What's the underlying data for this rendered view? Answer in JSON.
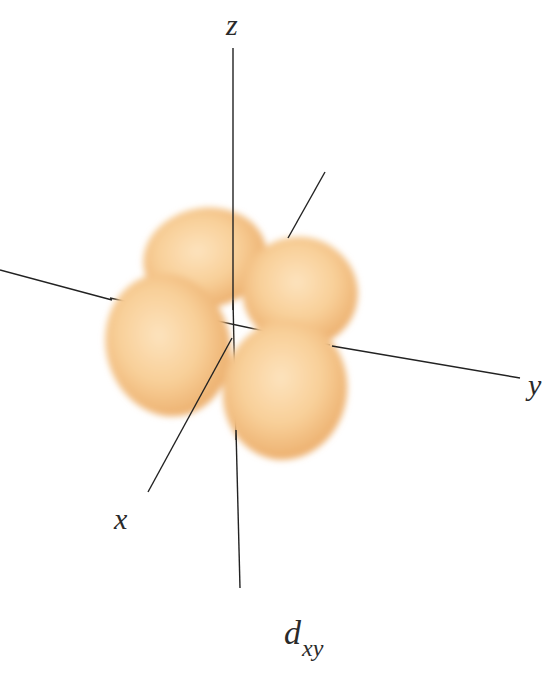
{
  "diagram": {
    "labels": [
      "z",
      "x",
      "y",
      "d",
      "xy"
    ]
  }
}
